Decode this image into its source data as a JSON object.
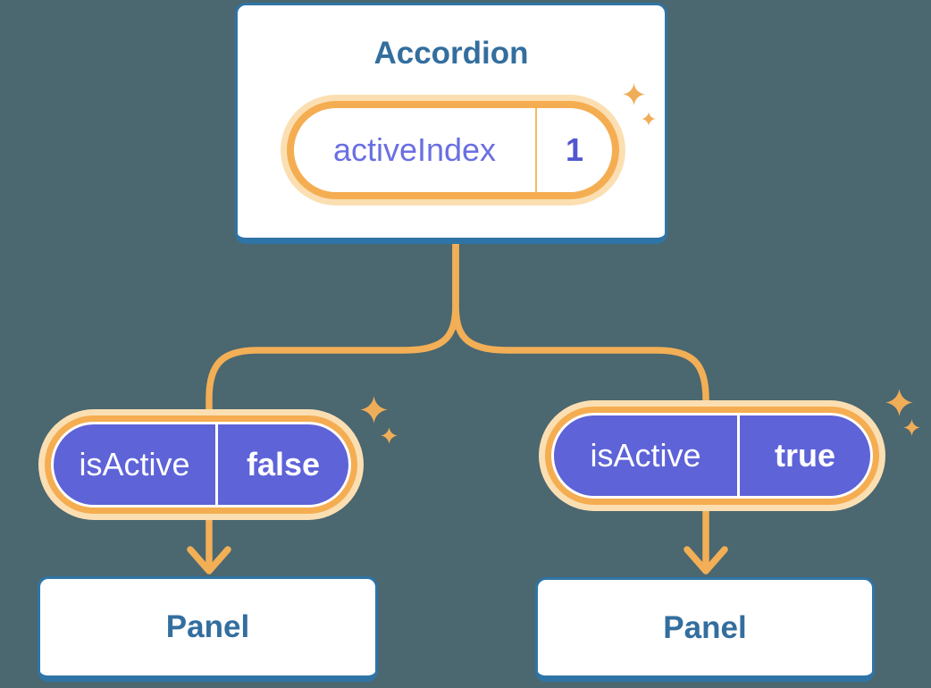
{
  "diagram": {
    "description": "Component tree showing an Accordion parent holding activeIndex state and passing isActive props to two Panel children",
    "root": {
      "title": "Accordion",
      "state": {
        "name": "activeIndex",
        "value": "1"
      }
    },
    "children": [
      {
        "prop": {
          "name": "isActive",
          "value": "false"
        },
        "child": {
          "title": "Panel"
        }
      },
      {
        "prop": {
          "name": "isActive",
          "value": "true"
        },
        "child": {
          "title": "Panel"
        }
      }
    ],
    "colors": {
      "background": "#4B6770",
      "card_fill": "#FFFFFF",
      "card_border_blue": "#2F74A6",
      "heading_blue": "#336E9E",
      "pill_ring_orange": "#F5AD52",
      "pill_glow": "#FBDFB2",
      "pill_purple_fill": "#5E63D8",
      "state_label_purple": "#6A6FE2",
      "state_value_purple": "#5257CE",
      "connector_orange": "#F2AF56",
      "sparkle_orange": "#F0AD58"
    },
    "icons": {
      "sparkle": "four-point-star"
    }
  }
}
